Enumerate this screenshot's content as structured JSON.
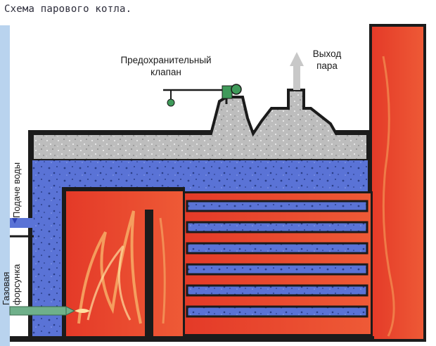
{
  "title": "Схема парового котла.",
  "labels": {
    "safety_valve": [
      "Предохранительный",
      "клапан"
    ],
    "steam_outlet": [
      "Выход",
      "пара"
    ],
    "water_feed": "Подаче воды",
    "gas_burner": [
      "Газовая",
      "форсунка"
    ]
  },
  "colors": {
    "fire": "#e8432b",
    "fire_light": "#f5a05a",
    "water": "#5a73d6",
    "steam": "#bdbdbd",
    "wall": "#1b1b1b",
    "background": "#ffffff",
    "left_panel": "#b9d3ee",
    "valve": "#3f9a5a",
    "burner": "#6fb08a"
  }
}
